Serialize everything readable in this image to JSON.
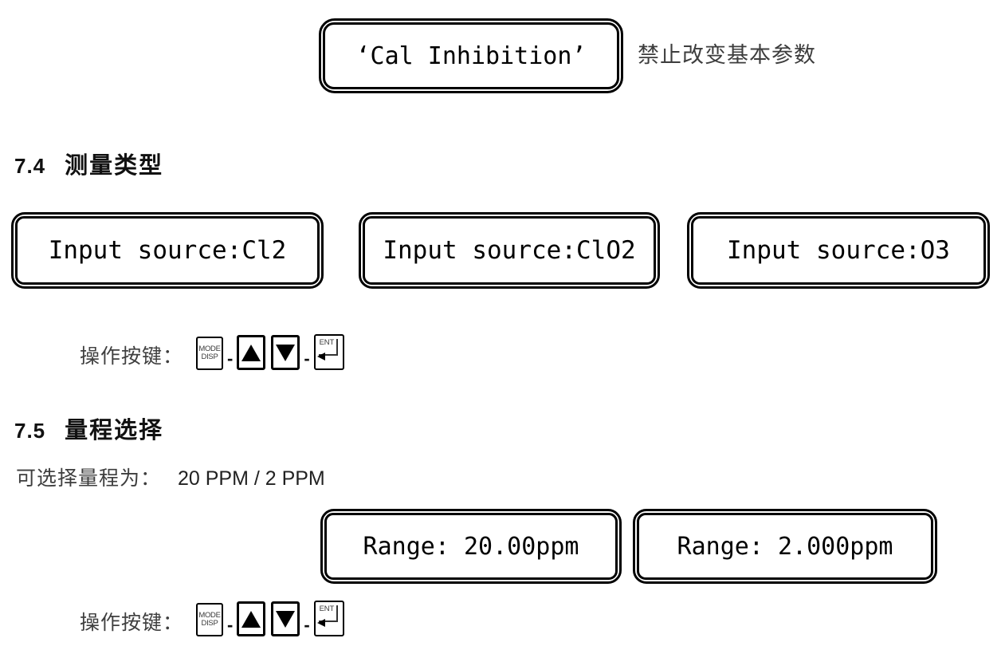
{
  "cal_display": {
    "text": "‘Cal Inhibition’"
  },
  "cal_note": "禁止改变基本参数",
  "section_7_4": {
    "number": "7.4",
    "title": "测量类型"
  },
  "input_displays": [
    "Input source:Cl2",
    "Input source:ClO2",
    "Input source:O3"
  ],
  "operation_keys": {
    "label": "操作按键：",
    "separator": "-",
    "mode_key": {
      "line1": "MODE",
      "line2": "DISP"
    },
    "ent_key": {
      "label": "ENT"
    },
    "icons": {
      "up_key": "filled-triangle-up",
      "down_key": "filled-triangle-down",
      "ent_key": "return-arrow"
    }
  },
  "section_7_5": {
    "number": "7.5",
    "title": "量程选择"
  },
  "range_note": {
    "label": "可选择量程为：",
    "value": "20 PPM / 2 PPM"
  },
  "range_displays": [
    "Range: 20.00ppm",
    "Range: 2.000ppm"
  ],
  "colors": {
    "background": "#ffffff",
    "text": "#1a1a1a",
    "muted_text": "#3d3d3d",
    "display_border": "#000000"
  }
}
